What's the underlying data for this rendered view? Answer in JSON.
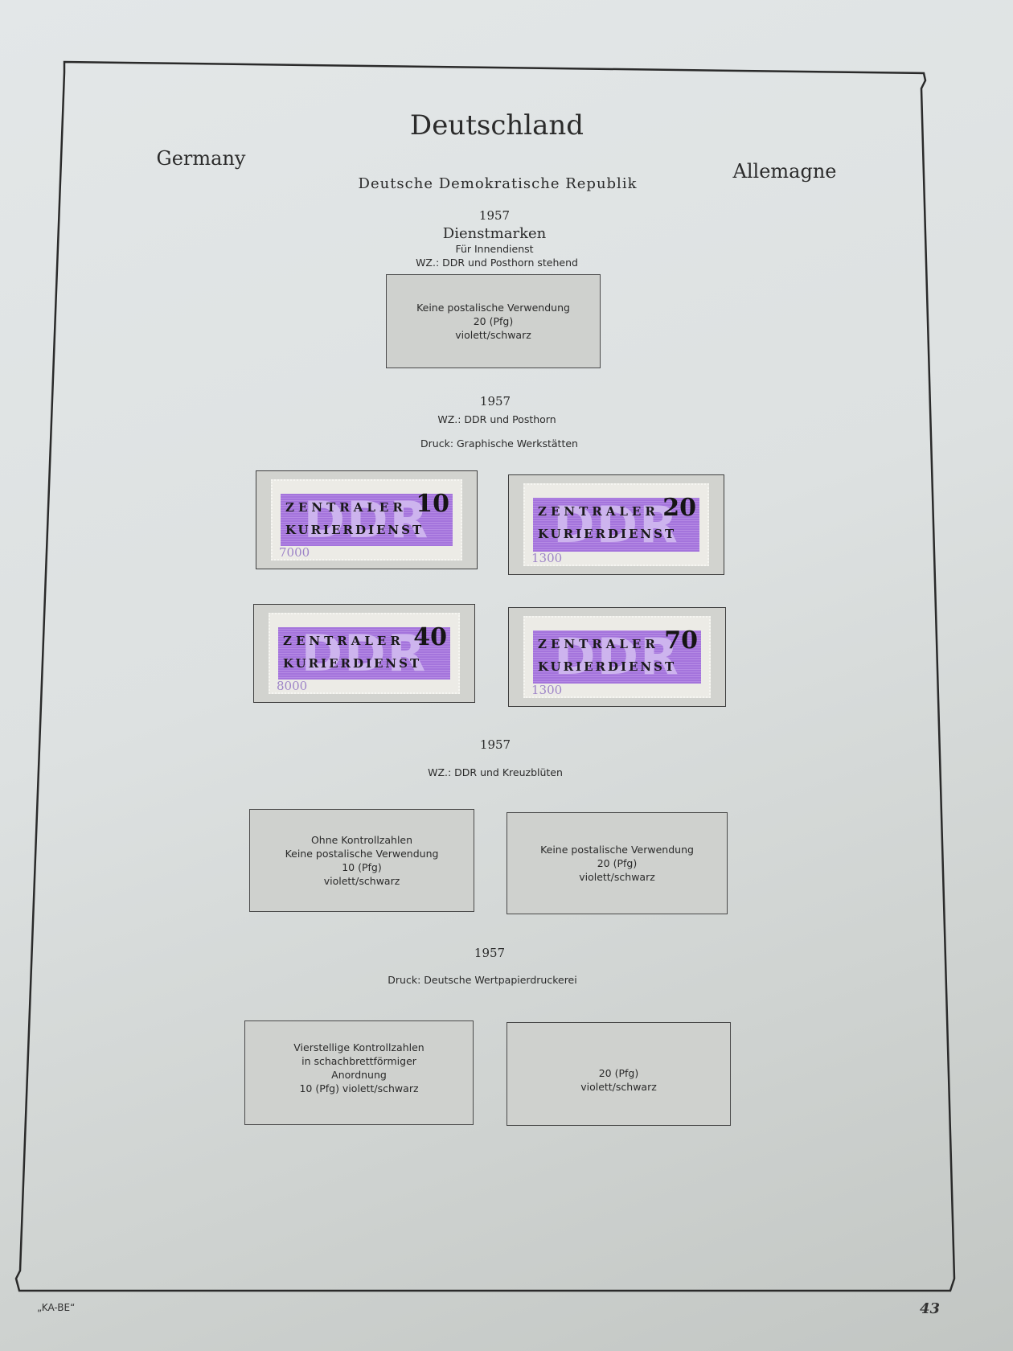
{
  "header": {
    "title": "Deutschland",
    "left_title": "Germany",
    "right_title": "Allemagne",
    "subtitle": "Deutsche Demokratische Republik"
  },
  "section1": {
    "year": "1957",
    "heading": "Dienstmarken",
    "subheading": "Für Innendienst",
    "watermark": "WZ.: DDR und Posthorn stehend",
    "box": {
      "lines": [
        "Keine postalische Verwendung",
        "20 (Pfg)",
        "violett/schwarz"
      ]
    }
  },
  "section2": {
    "year": "1957",
    "watermark": "WZ.: DDR und Posthorn",
    "printer": "Druck: Graphische Werkstätten",
    "stamps": [
      {
        "line1": "ZENTRALER",
        "line2": "KURIERDIENST",
        "value": "10",
        "bg": "DDR",
        "control": "7000"
      },
      {
        "line1": "ZENTRALER",
        "line2": "KURIERDIENST",
        "value": "20",
        "bg": "DDR",
        "control": "1300"
      },
      {
        "line1": "ZENTRALER",
        "line2": "KURIERDIENST",
        "value": "40",
        "bg": "DDR",
        "control": "8000"
      },
      {
        "line1": "ZENTRALER",
        "line2": "KURIERDIENST",
        "value": "70",
        "bg": "DDR",
        "control": "1300"
      }
    ],
    "stamp_color": "#a474dc"
  },
  "section3": {
    "year": "1957",
    "watermark": "WZ.: DDR und Kreuzblüten",
    "boxes": [
      {
        "lines": [
          "Ohne Kontrollzahlen",
          "Keine postalische Verwendung",
          "10 (Pfg)",
          "violett/schwarz"
        ]
      },
      {
        "lines": [
          "Keine postalische Verwendung",
          "20 (Pfg)",
          "violett/schwarz"
        ]
      }
    ]
  },
  "section4": {
    "year": "1957",
    "printer": "Druck: Deutsche Wertpapierdruckerei",
    "boxes": [
      {
        "lines": [
          "Vierstellige Kontrollzahlen",
          "in schachbrettförmiger",
          "Anordnung",
          "10 (Pfg) violett/schwarz"
        ]
      },
      {
        "lines": [
          "20 (Pfg)",
          "violett/schwarz"
        ]
      }
    ]
  },
  "footer": {
    "publisher": "„KA-BE“",
    "page_number": "43"
  }
}
